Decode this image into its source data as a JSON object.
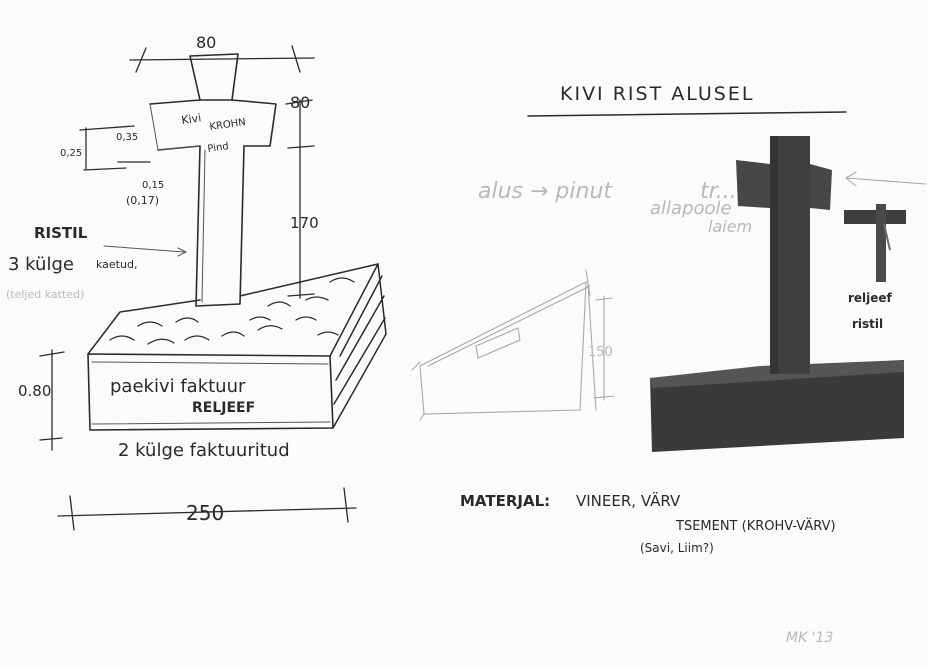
{
  "title": "KIVI RIST ALUSEL",
  "dimensions": {
    "cross_width": "80",
    "arm_height": "80",
    "cross_height": "170",
    "base_width": "250",
    "base_height": "0.80",
    "small_a": "0,25",
    "small_b": "0,35",
    "small_c": "0,15",
    "small_c_alt": "(0,17)",
    "panel_height": "150"
  },
  "cross_inscription": [
    "Kivi",
    "KROHN",
    "Pind"
  ],
  "notes": {
    "ristil_title": "RISTIL",
    "ristil_line1": "3 külge",
    "ristil_line2": "kaetud,",
    "ristil_line3": "(teljed katted)",
    "base_texture": "paekivi faktuur",
    "relief": "RELJEEF",
    "sides": "2 külge faktuuritud",
    "pencil_1": "alus → pinut",
    "pencil_2": "tr...",
    "pencil_3": "allapoole",
    "pencil_4": "laiem"
  },
  "material": {
    "label": "MATERJAL:",
    "line1": "VINEER, VÄRV",
    "line2": "TSEMENT (KROHV-VÄRV)",
    "line3": "(Savi, Liim?)"
  },
  "side_labels": [
    "reljeef",
    "ristil"
  ],
  "signature": "MK '13"
}
